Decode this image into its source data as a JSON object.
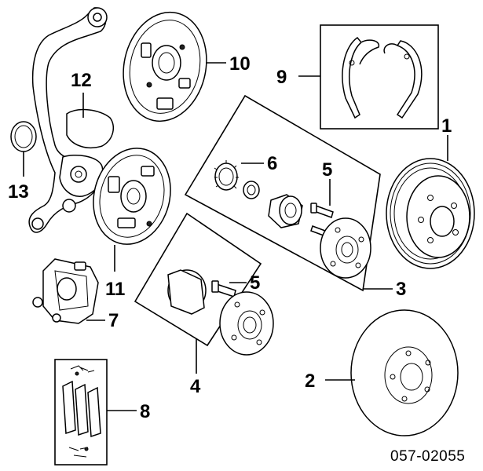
{
  "diagram": {
    "document_number": "057-02055",
    "callouts": [
      {
        "id": "brake-drum",
        "number": "1"
      },
      {
        "id": "brake-disc",
        "number": "2"
      },
      {
        "id": "hub-assembly-rear",
        "number": "3"
      },
      {
        "id": "hub-assembly-front",
        "number": "4"
      },
      {
        "id": "stud-bolt-rear",
        "number": "5"
      },
      {
        "id": "stud-bolt-front",
        "number": "5"
      },
      {
        "id": "bearing-set",
        "number": "6"
      },
      {
        "id": "brake-caliper",
        "number": "7"
      },
      {
        "id": "brake-pad-set",
        "number": "8"
      },
      {
        "id": "brake-shoe-set",
        "number": "9"
      },
      {
        "id": "backing-plate-upper",
        "number": "10"
      },
      {
        "id": "backing-plate-lower",
        "number": "11"
      },
      {
        "id": "steering-knuckle",
        "number": "12"
      },
      {
        "id": "seal-ring",
        "number": "13"
      }
    ]
  }
}
